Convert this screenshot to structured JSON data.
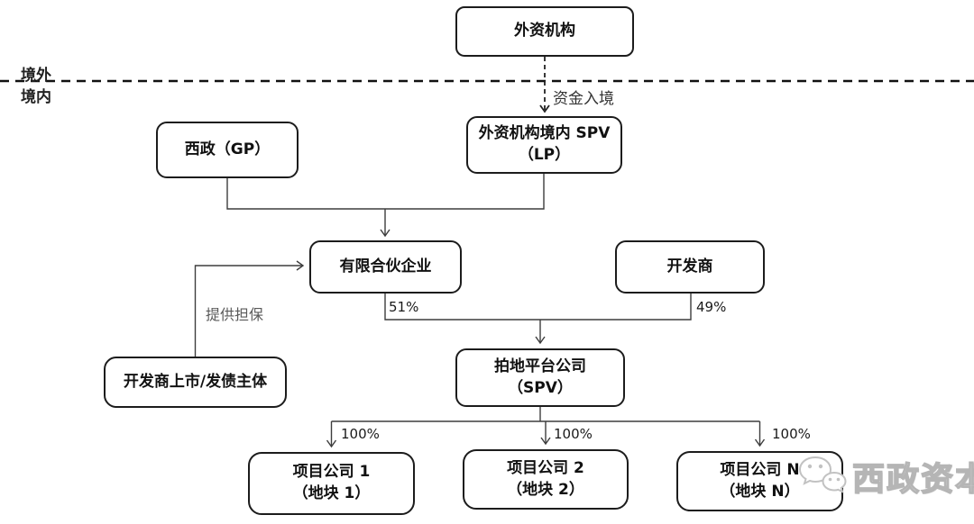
{
  "diagram": {
    "boundary": {
      "outside_label": "境外",
      "inside_label": "境内"
    },
    "nodes": {
      "foreign_institution": {
        "label": "外资机构"
      },
      "xizheng_gp": {
        "label": "西政（GP）"
      },
      "foreign_spv": {
        "line1": "外资机构境内 SPV",
        "line2": "（LP）"
      },
      "limited_partnership": {
        "label": "有限合伙企业"
      },
      "developer": {
        "label": "开发商"
      },
      "developer_issuer": {
        "label": "开发商上市/发债主体"
      },
      "land_platform": {
        "line1": "拍地平台公司",
        "line2": "（SPV）"
      },
      "project_1": {
        "line1": "项目公司 1",
        "line2": "（地块 1）"
      },
      "project_2": {
        "line1": "项目公司 2",
        "line2": "（地块 2）"
      },
      "project_n": {
        "line1": "项目公司 N",
        "line2": "（地块 N）"
      }
    },
    "edge_labels": {
      "capital_entry": "资金入境",
      "guarantee": "提供担保",
      "partnership_share": "51%",
      "developer_share": "49%",
      "project1_share": "100%",
      "project2_share": "100%",
      "projectn_share": "100%"
    },
    "watermark": {
      "icon": "wechat-icon",
      "text": "西政资本"
    },
    "colors": {
      "background": "#ffffff",
      "box_border": "#1c1c1c",
      "box_text": "#111111",
      "connector": "#3d3d3d",
      "boundary_line": "#111111",
      "muted_label": "#595959",
      "watermark": "#b5b5b5"
    }
  }
}
